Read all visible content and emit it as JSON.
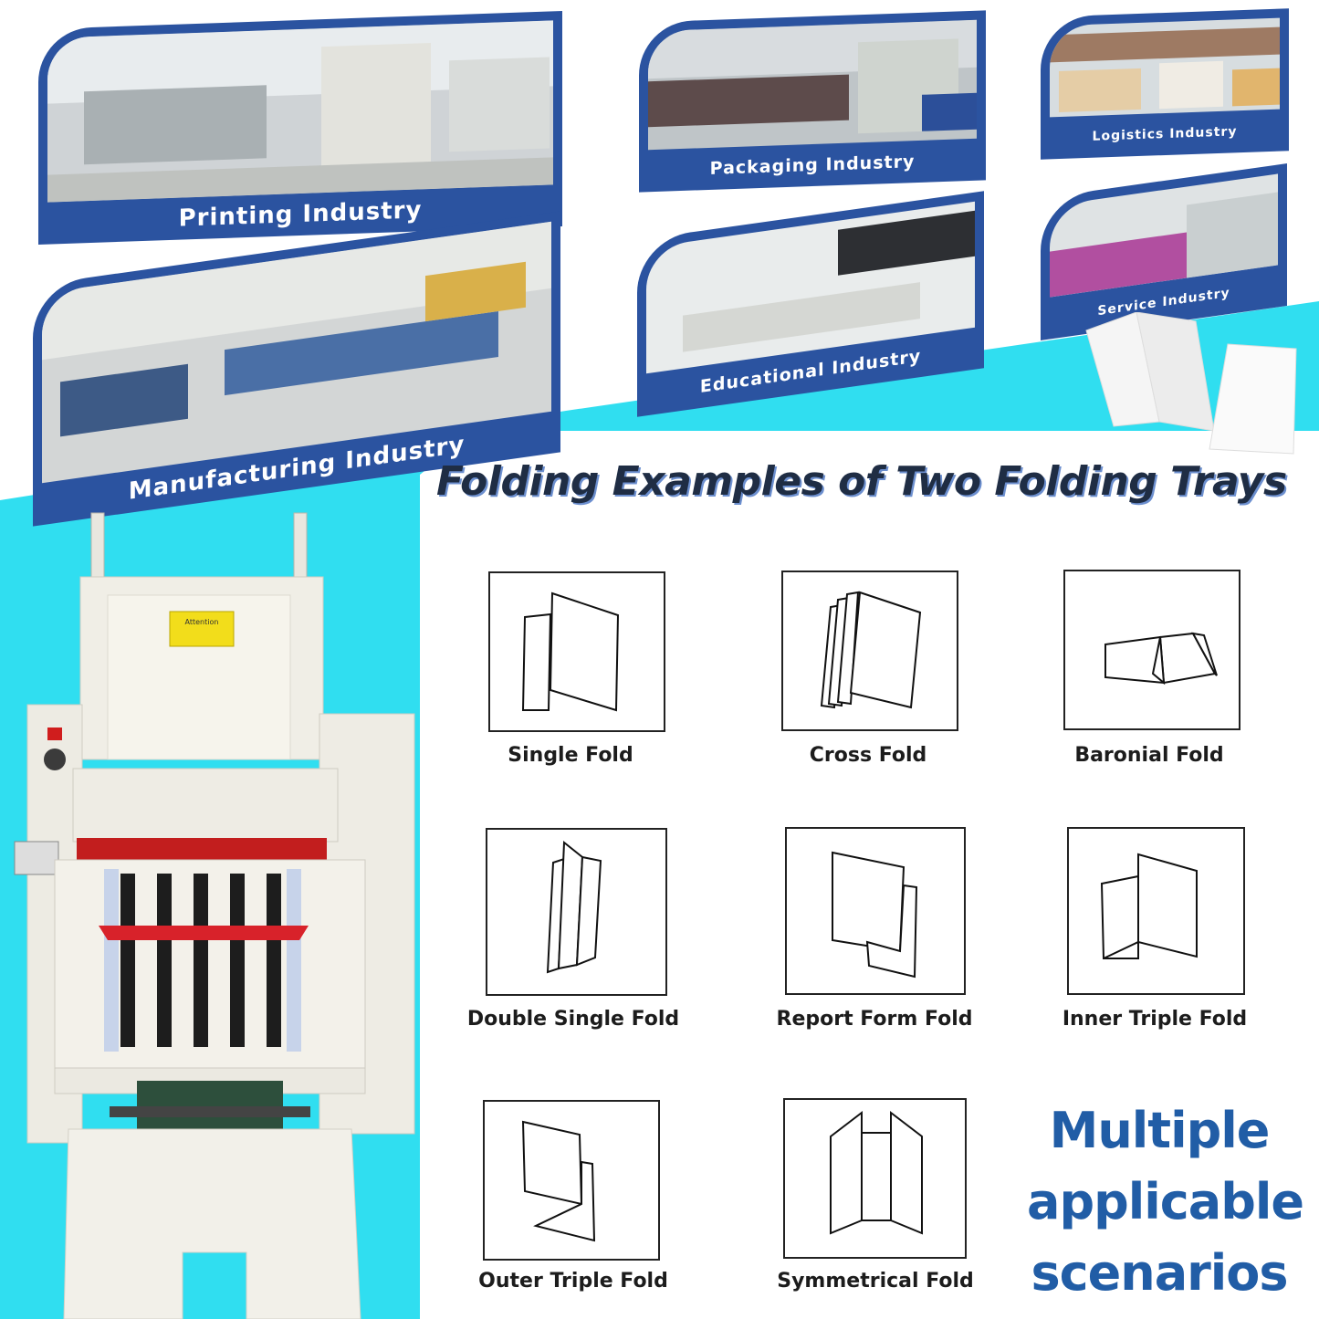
{
  "industries": [
    {
      "label": "Printing Industry"
    },
    {
      "label": "Packaging Industry"
    },
    {
      "label": "Logistics Industry"
    },
    {
      "label": "Manufacturing Industry"
    },
    {
      "label": "Educational Industry"
    },
    {
      "label": "Service Industry"
    }
  ],
  "heading": "Folding Examples of Two Folding Trays",
  "folds": [
    {
      "label": "Single Fold",
      "icon": "single-fold-icon"
    },
    {
      "label": "Cross Fold",
      "icon": "cross-fold-icon"
    },
    {
      "label": "Baronial Fold",
      "icon": "baronial-fold-icon"
    },
    {
      "label": "Double Single Fold",
      "icon": "double-single-fold-icon"
    },
    {
      "label": "Report Form Fold",
      "icon": "report-form-fold-icon"
    },
    {
      "label": "Inner Triple Fold",
      "icon": "inner-triple-fold-icon"
    },
    {
      "label": "Outer Triple Fold",
      "icon": "outer-triple-fold-icon"
    },
    {
      "label": "Symmetrical Fold",
      "icon": "symmetrical-fold-icon"
    }
  ],
  "tagline": {
    "line1": "Multiple",
    "line2": "applicable",
    "line3": "scenarios"
  },
  "machine": {
    "warning_label": "Attention"
  },
  "colors": {
    "cyan": "#30def0",
    "panel_blue": "#2b53a0",
    "tagline_blue": "#215da6"
  }
}
